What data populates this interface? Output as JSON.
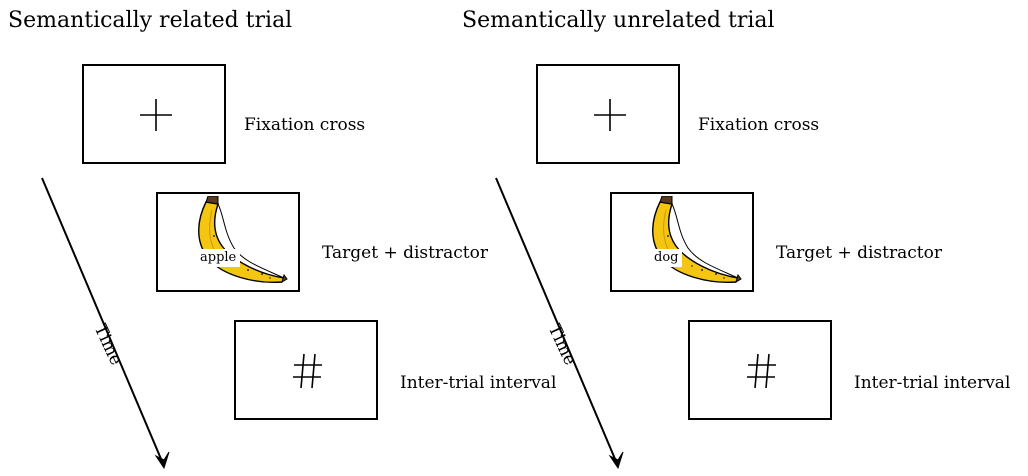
{
  "panels": [
    {
      "title": "Semantically related trial",
      "steps": [
        {
          "label": "Fixation cross",
          "symbol": "cross-icon"
        },
        {
          "label": "Target + distractor",
          "symbol": "banana-icon",
          "word": "apple"
        },
        {
          "label": "Inter-trial interval",
          "symbol": "hash-icon"
        }
      ],
      "time_label": "Time"
    },
    {
      "title": "Semantically unrelated trial",
      "steps": [
        {
          "label": "Fixation cross",
          "symbol": "cross-icon"
        },
        {
          "label": "Target + distractor",
          "symbol": "banana-icon",
          "word": "dog"
        },
        {
          "label": "Inter-trial interval",
          "symbol": "hash-icon"
        }
      ],
      "time_label": "Time"
    }
  ],
  "colors": {
    "banana_fill": "#f4c511",
    "banana_stroke": "#000000",
    "banana_tip": "#5a3a1e",
    "frame_border": "#000000"
  }
}
